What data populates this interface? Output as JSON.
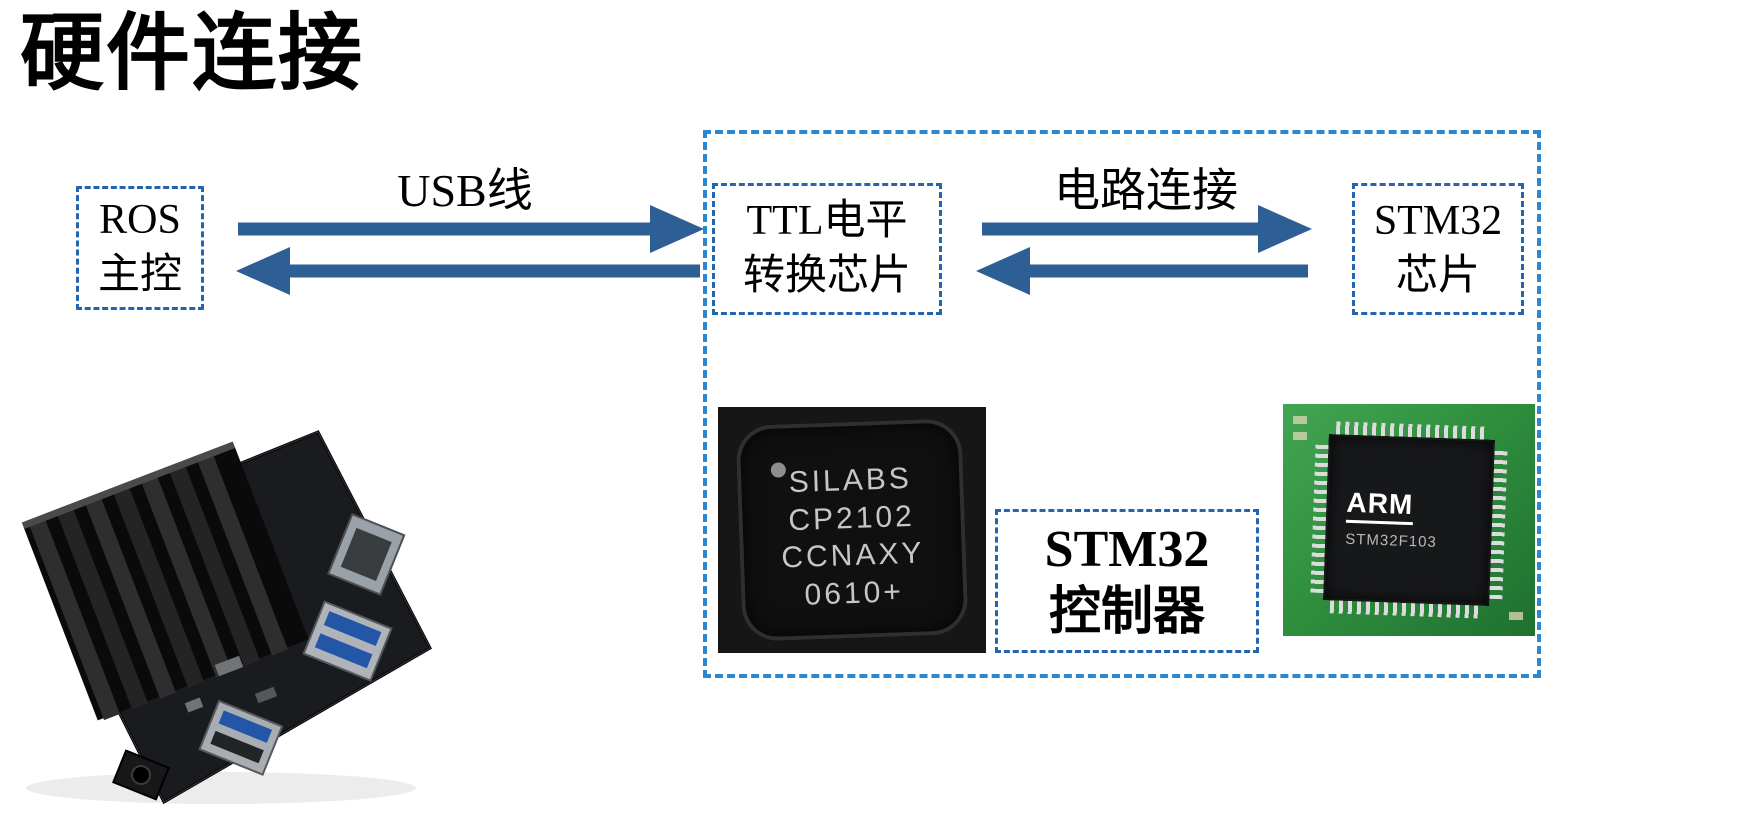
{
  "title": "硬件连接",
  "diagram": {
    "ros_node": {
      "line1": "ROS",
      "line2": "主控"
    },
    "usb_link_label": "USB线",
    "ttl_node": {
      "line1": "TTL电平",
      "line2": "转换芯片"
    },
    "circuit_link_label": "电路连接",
    "stm32_node": {
      "line1": "STM32",
      "line2": "芯片"
    },
    "controller_box": {
      "line1": "STM32",
      "line2": "控制器"
    }
  },
  "photos": {
    "cp2102_chip": {
      "line1": "SILABS",
      "line2": "CP2102",
      "line3": "CCNAXY",
      "line4": "0610+"
    },
    "stm32_chip": {
      "brand": "ARM",
      "part": "STM32F103"
    }
  },
  "colors": {
    "arrow": "#2e5f94",
    "node_border": "#2565ae",
    "outer_border": "#2b87d0"
  }
}
